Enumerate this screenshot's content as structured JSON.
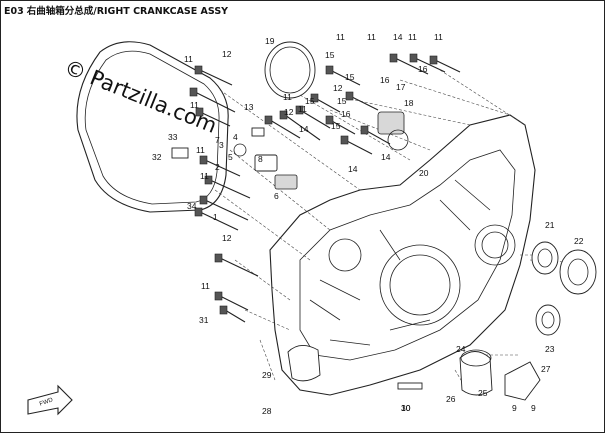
{
  "header": {
    "section": "E03",
    "title": "右曲轴箱分总成/RIGHT CRANKCASE ASSY"
  },
  "watermark": {
    "text": "© Partzilla.com"
  },
  "callouts": [
    "1",
    "2",
    "3",
    "4",
    "5",
    "6",
    "7",
    "8",
    "9",
    "9",
    "10",
    "11",
    "11",
    "11",
    "11",
    "11",
    "11",
    "11",
    "11",
    "11",
    "11",
    "11",
    "12",
    "12",
    "12",
    "12",
    "13",
    "14",
    "14",
    "14",
    "14",
    "15",
    "15",
    "15",
    "15",
    "15",
    "16",
    "16",
    "16",
    "17",
    "18",
    "19",
    "20",
    "21",
    "22",
    "23",
    "24",
    "25",
    "26",
    "27",
    "28",
    "29",
    "30",
    "31",
    "32",
    "33",
    "34"
  ],
  "fwd_label": "FWD"
}
